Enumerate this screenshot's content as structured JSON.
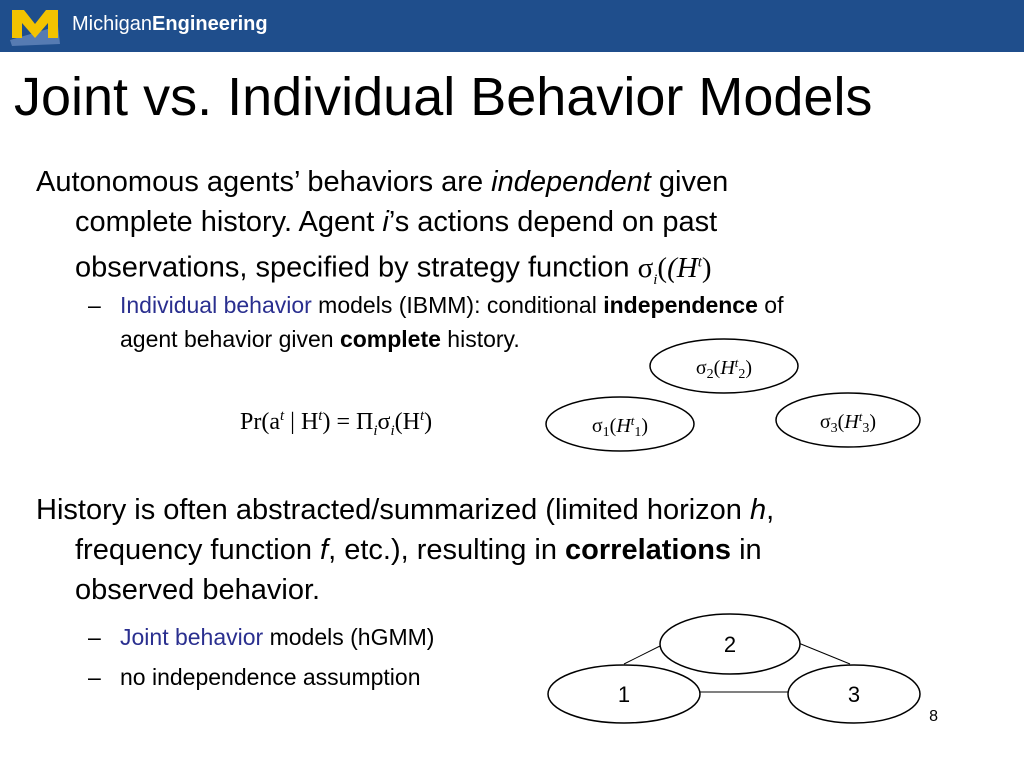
{
  "header": {
    "brand_regular": "Michigan",
    "brand_bold": "Engineering",
    "logo_letter": "M",
    "color": "#1f4e8c",
    "logo_color": "#f3c300"
  },
  "title": "Joint vs. Individual Behavior Models",
  "bullet1": {
    "line1_a": "Autonomous agents’ behaviors are ",
    "line1_em": "independent",
    "line1_b": " given",
    "line2_a": "complete history. Agent ",
    "line2_em": "i",
    "line2_b": "’s actions depend on past",
    "line3": "observations, specified by strategy function ",
    "sub": {
      "dash": "–",
      "highlight": "Individual behavior",
      "text_a": " models (IBMM): conditional ",
      "bold1": "independence",
      "text_b": " of",
      "text_c": "agent behavior given ",
      "bold2": "complete",
      "text_d": " history."
    }
  },
  "formula": {
    "left": "Pr(a",
    "sup_t": "t",
    "mid": " | H",
    "eq": ") = Π",
    "i": "i",
    "sigma": "σ",
    "paren": "(H",
    "close": ")"
  },
  "bullet2": {
    "line1_a": "History is often abstracted/summarized (limited horizon ",
    "line1_em": "h",
    "line1_b": ",",
    "line2_a": "frequency function ",
    "line2_em": "f",
    "line2_b": ", etc.), resulting in ",
    "line2_bold": "correlations",
    "line2_c": " in",
    "line3": "observed behavior.",
    "sub1": {
      "dash": "–",
      "highlight": "Joint behavior",
      "text": " models (hGMM)"
    },
    "sub2": {
      "dash": "–",
      "text": "no independence assumption"
    }
  },
  "graph1": {
    "nodes": [
      {
        "sigma": "σ",
        "idx": "2",
        "H": "H",
        "t": "t"
      },
      {
        "sigma": "σ",
        "idx": "1",
        "H": "H",
        "t": "t"
      },
      {
        "sigma": "σ",
        "idx": "3",
        "H": "H",
        "t": "t"
      }
    ]
  },
  "graph2": {
    "nodes": [
      "2",
      "1",
      "3"
    ]
  },
  "page_number": "8"
}
